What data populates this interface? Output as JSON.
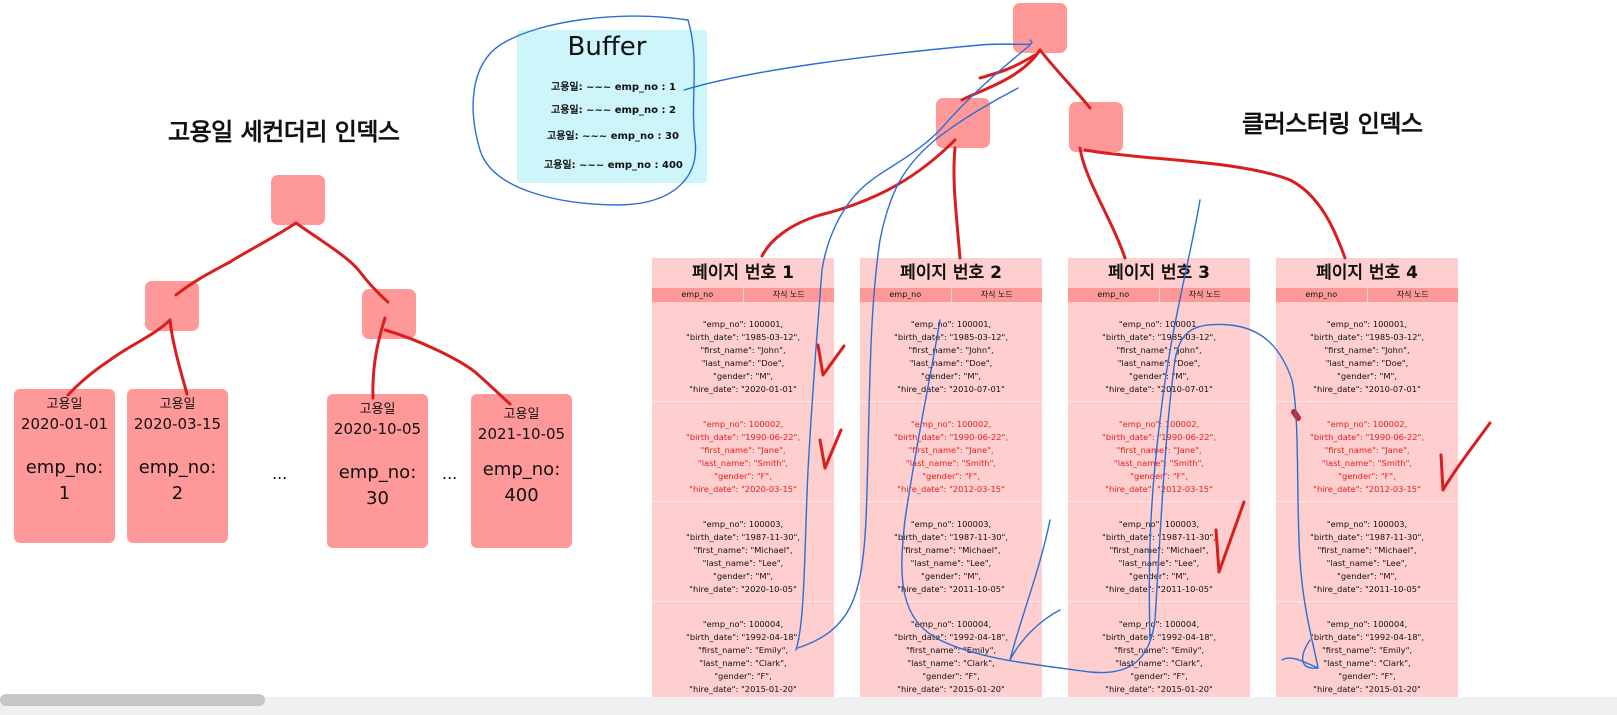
{
  "left_title": "고용일 세컨더리 인덱스",
  "right_title": "클러스터링 인덱스",
  "buffer": {
    "title": "Buffer",
    "rows": [
      "고용일: ~~~ emp_no : 1",
      "고용일: ~~~ emp_no : 2",
      "고용일: ~~~ emp_no : 30",
      "고용일: ~~~ emp_no : 400"
    ]
  },
  "secondary_leaves": [
    {
      "label": "고용일",
      "date": "2020-01-01",
      "emp_label": "emp_no:",
      "emp_no": "1"
    },
    {
      "label": "고용일",
      "date": "2020-03-15",
      "emp_label": "emp_no:",
      "emp_no": "2"
    },
    {
      "label": "고용일",
      "date": "2020-10-05",
      "emp_label": "emp_no:",
      "emp_no": "30"
    },
    {
      "label": "고용일",
      "date": "2021-10-05",
      "emp_label": "emp_no:",
      "emp_no": "400"
    }
  ],
  "ellipsis": "...",
  "page_header": {
    "col1": "emp_no",
    "col2": "자식 노드"
  },
  "pages": [
    {
      "title": "페이지 번호 1",
      "records": [
        {
          "text": "\"emp_no\": 100001,\n\"birth_date\": \"1985-03-12\",\n\"first_name\": \"John\",\n\"last_name\": \"Doe\",\n\"gender\": \"M\",\n\"hire_date\": \"2020-01-01\"",
          "highlight": false
        },
        {
          "text": "\"emp_no\": 100002,\n\"birth_date\": \"1990-06-22\",\n\"first_name\": \"Jane\",\n\"last_name\": \"Smith\",\n\"gender\": \"F\",\n\"hire_date\": \"2020-03-15\"",
          "highlight": true
        },
        {
          "text": "\"emp_no\": 100003,\n\"birth_date\": \"1987-11-30\",\n\"first_name\": \"Michael\",\n\"last_name\": \"Lee\",\n\"gender\": \"M\",\n\"hire_date\": \"2020-10-05\"",
          "highlight": false
        },
        {
          "text": "\"emp_no\": 100004,\n\"birth_date\": \"1992-04-18\",\n\"first_name\": \"Emily\",\n\"last_name\": \"Clark\",\n\"gender\": \"F\",\n\"hire_date\": \"2015-01-20\"",
          "highlight": false
        }
      ]
    },
    {
      "title": "페이지 번호 2",
      "records": [
        {
          "text": "\"emp_no\": 100001,\n\"birth_date\": \"1985-03-12\",\n\"first_name\": \"John\",\n\"last_name\": \"Doe\",\n\"gender\": \"M\",\n\"hire_date\": \"2010-07-01\"",
          "highlight": false
        },
        {
          "text": "\"emp_no\": 100002,\n\"birth_date\": \"1990-06-22\",\n\"first_name\": \"Jane\",\n\"last_name\": \"Smith\",\n\"gender\": \"F\",\n\"hire_date\": \"2012-03-15\"",
          "highlight": true
        },
        {
          "text": "\"emp_no\": 100003,\n\"birth_date\": \"1987-11-30\",\n\"first_name\": \"Michael\",\n\"last_name\": \"Lee\",\n\"gender\": \"M\",\n\"hire_date\": \"2011-10-05\"",
          "highlight": false
        },
        {
          "text": "\"emp_no\": 100004,\n\"birth_date\": \"1992-04-18\",\n\"first_name\": \"Emily\",\n\"last_name\": \"Clark\",\n\"gender\": \"F\",\n\"hire_date\": \"2015-01-20\"",
          "highlight": false
        }
      ]
    },
    {
      "title": "페이지 번호 3",
      "records": [
        {
          "text": "\"emp_no\": 100001,\n\"birth_date\": \"1985-03-12\",\n\"first_name\": \"John\",\n\"last_name\": \"Doe\",\n\"gender\": \"M\",\n\"hire_date\": \"2010-07-01\"",
          "highlight": false
        },
        {
          "text": "\"emp_no\": 100002,\n\"birth_date\": \"1990-06-22\",\n\"first_name\": \"Jane\",\n\"last_name\": \"Smith\",\n\"gender\": \"F\",\n\"hire_date\": \"2012-03-15\"",
          "highlight": true
        },
        {
          "text": "\"emp_no\": 100003,\n\"birth_date\": \"1987-11-30\",\n\"first_name\": \"Michael\",\n\"last_name\": \"Lee\",\n\"gender\": \"M\",\n\"hire_date\": \"2011-10-05\"",
          "highlight": false
        },
        {
          "text": "\"emp_no\": 100004,\n\"birth_date\": \"1992-04-18\",\n\"first_name\": \"Emily\",\n\"last_name\": \"Clark\",\n\"gender\": \"F\",\n\"hire_date\": \"2015-01-20\"",
          "highlight": false
        }
      ]
    },
    {
      "title": "페이지 번호 4",
      "records": [
        {
          "text": "\"emp_no\": 100001,\n\"birth_date\": \"1985-03-12\",\n\"first_name\": \"John\",\n\"last_name\": \"Doe\",\n\"gender\": \"M\",\n\"hire_date\": \"2010-07-01\"",
          "highlight": false
        },
        {
          "text": "\"emp_no\": 100002,\n\"birth_date\": \"1990-06-22\",\n\"first_name\": \"Jane\",\n\"last_name\": \"Smith\",\n\"gender\": \"F\",\n\"hire_date\": \"2012-03-15\"",
          "highlight": true
        },
        {
          "text": "\"emp_no\": 100003,\n\"birth_date\": \"1987-11-30\",\n\"first_name\": \"Michael\",\n\"last_name\": \"Lee\",\n\"gender\": \"M\",\n\"hire_date\": \"2011-10-05\"",
          "highlight": false
        },
        {
          "text": "\"emp_no\": 100004,\n\"birth_date\": \"1992-04-18\",\n\"first_name\": \"Emily\",\n\"last_name\": \"Clark\",\n\"gender\": \"F\",\n\"hire_date\": \"2015-01-20\"",
          "highlight": false
        }
      ]
    }
  ],
  "colors": {
    "node": "#ff9999",
    "page_bg": "#ffcece",
    "buffer_bg": "#cdf5fa",
    "red_ink": "#d91e1e",
    "blue_ink": "#2b6fd6",
    "highlight_text": "#e02020"
  }
}
